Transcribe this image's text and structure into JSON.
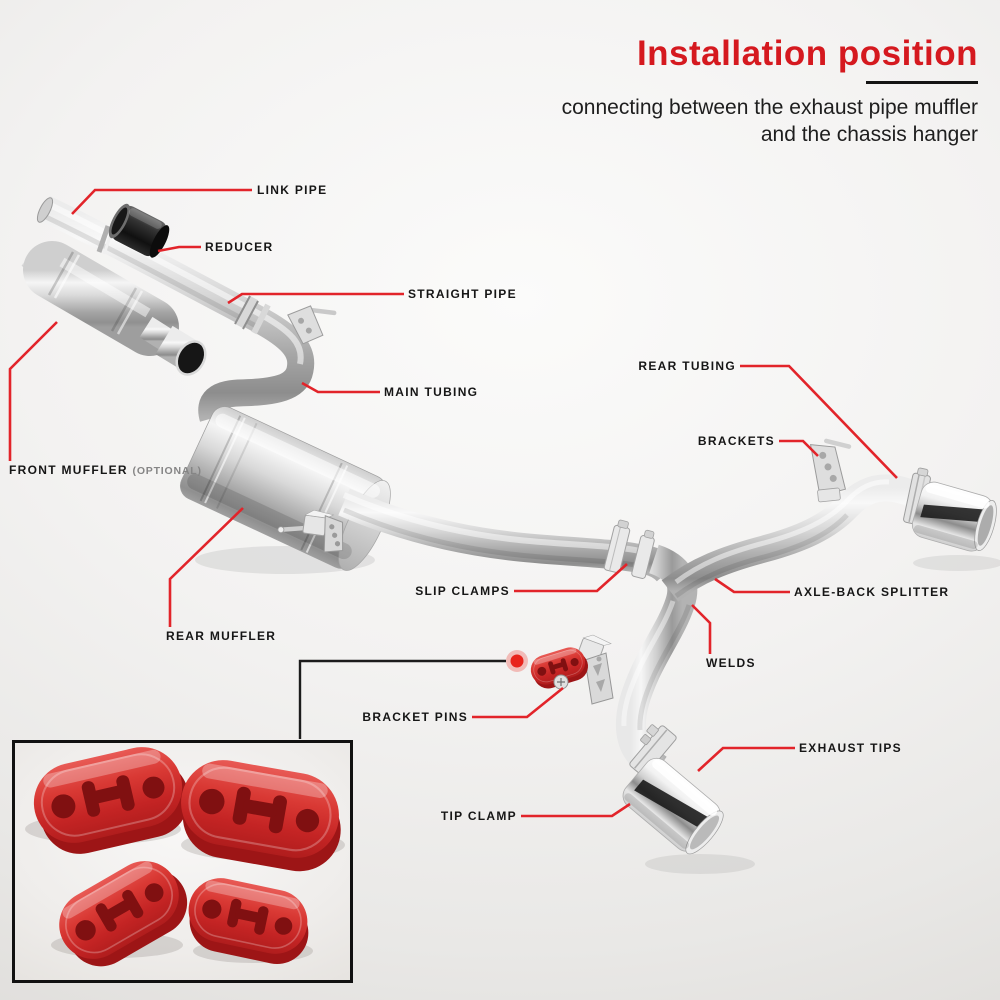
{
  "header": {
    "title": "Installation position",
    "subtitle_line1": "connecting between the exhaust pipe muffler",
    "subtitle_line2": "and the chassis hanger"
  },
  "diagram": {
    "labels": [
      {
        "id": "link-pipe",
        "text": "LINK PIPE"
      },
      {
        "id": "reducer",
        "text": "REDUCER"
      },
      {
        "id": "straight-pipe",
        "text": "STRAIGHT PIPE"
      },
      {
        "id": "main-tubing",
        "text": "MAIN TUBING"
      },
      {
        "id": "front-muffler",
        "text": "FRONT MUFFLER",
        "suffix": "(OPTIONAL)"
      },
      {
        "id": "rear-muffler",
        "text": "REAR MUFFLER"
      },
      {
        "id": "slip-clamps",
        "text": "SLIP CLAMPS"
      },
      {
        "id": "rear-tubing",
        "text": "REAR TUBING"
      },
      {
        "id": "brackets",
        "text": "BRACKETS"
      },
      {
        "id": "axle-back-splitter",
        "text": "AXLE-BACK SPLITTER"
      },
      {
        "id": "welds",
        "text": "WELDS"
      },
      {
        "id": "bracket-pins",
        "text": "BRACKET PINS"
      },
      {
        "id": "exhaust-tips",
        "text": "EXHAUST TIPS"
      },
      {
        "id": "tip-clamp",
        "text": "TIP CLAMP"
      }
    ],
    "inset_hanger_count": 4
  },
  "colors": {
    "title_red": "#d5191f",
    "leader_red": "#e2242a",
    "hanger_red": "#cc2a28",
    "label_text": "#161616",
    "optional_gray": "#858585"
  }
}
